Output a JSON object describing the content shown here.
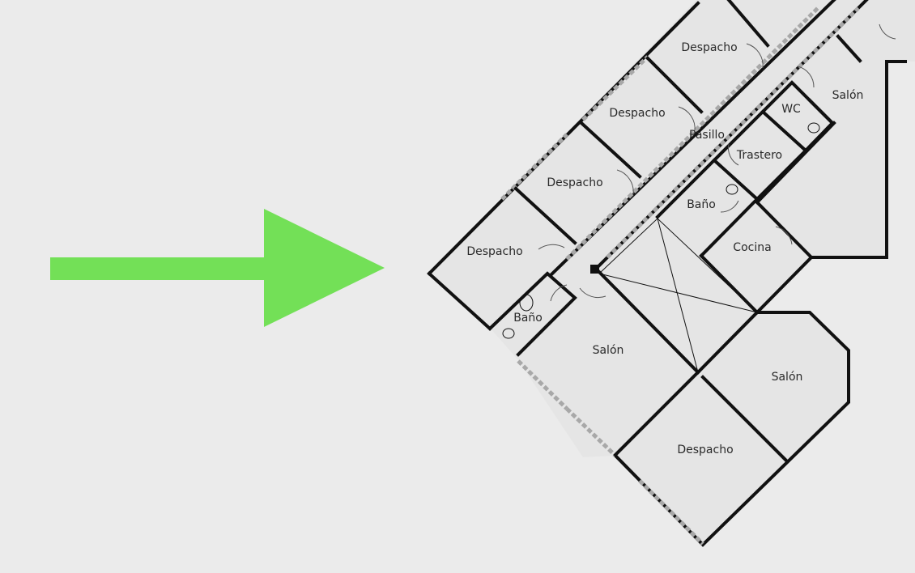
{
  "plan": {
    "rooms": [
      {
        "id": "despacho-1",
        "label": "Despacho"
      },
      {
        "id": "despacho-2",
        "label": "Despacho"
      },
      {
        "id": "despacho-3",
        "label": "Despacho"
      },
      {
        "id": "despacho-4",
        "label": "Despacho"
      },
      {
        "id": "pasillo",
        "label": "Pasillo"
      },
      {
        "id": "wc",
        "label": "WC"
      },
      {
        "id": "trastero",
        "label": "Trastero"
      },
      {
        "id": "salon-ne",
        "label": "Salón"
      },
      {
        "id": "bano-1",
        "label": "Baño"
      },
      {
        "id": "cocina",
        "label": "Cocina"
      },
      {
        "id": "bano-2",
        "label": "Baño"
      },
      {
        "id": "salon-center",
        "label": "Salón"
      },
      {
        "id": "salon-se",
        "label": "Salón"
      },
      {
        "id": "despacho-5",
        "label": "Despacho"
      }
    ]
  },
  "arrow": {
    "color": "#6ddf4f",
    "icon": "arrow-right-icon"
  },
  "accent": {
    "color": "#6ddf4f"
  }
}
